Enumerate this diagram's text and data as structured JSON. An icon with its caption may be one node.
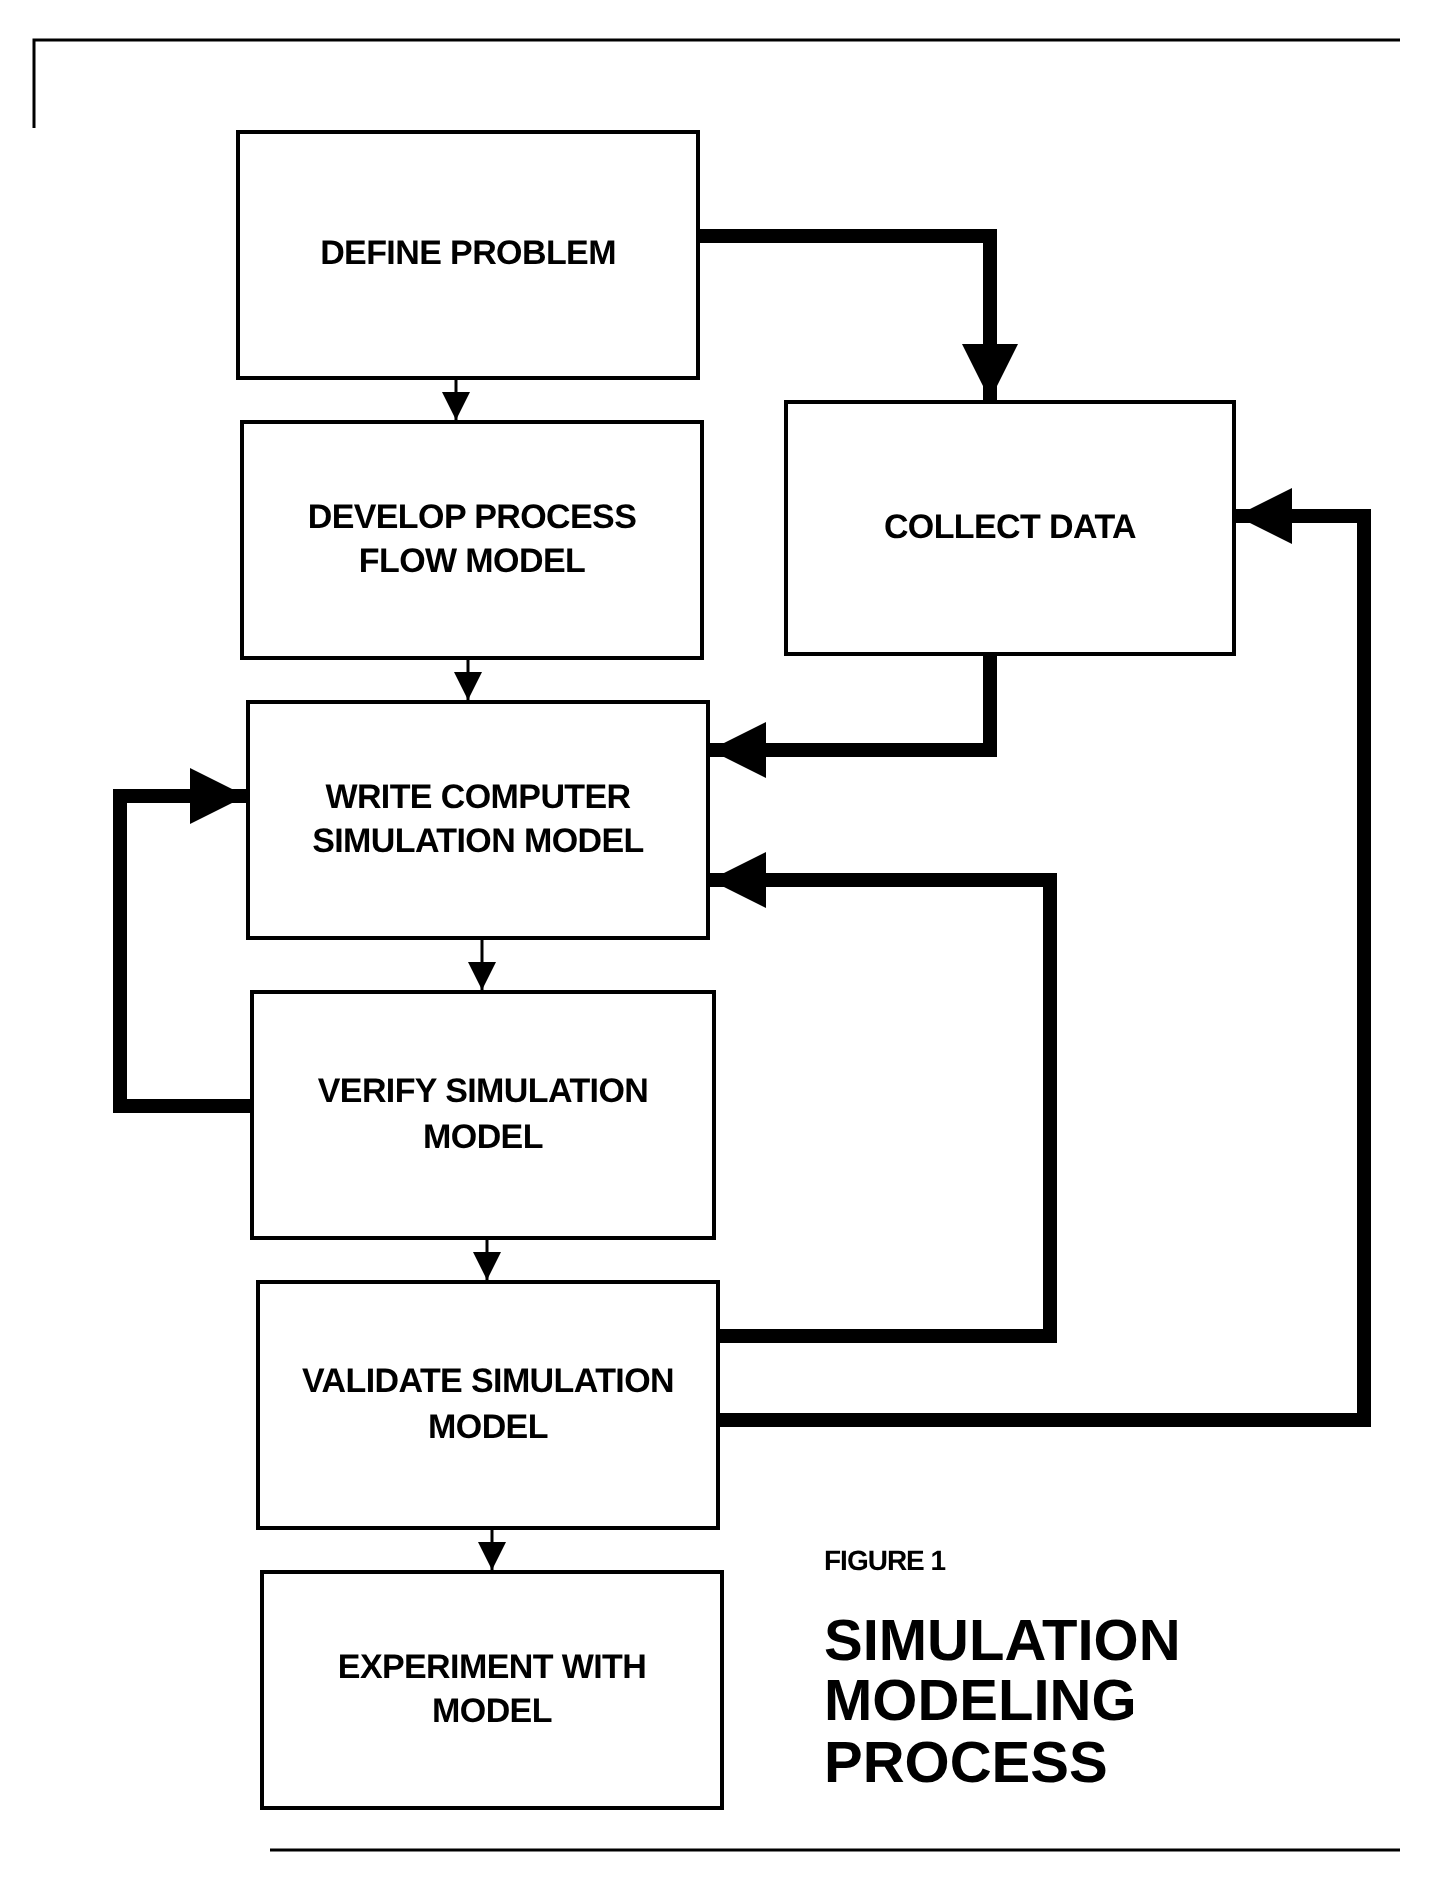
{
  "diagram": {
    "title": "SIMULATION MODELING PROCESS",
    "nodes": [
      {
        "text": [
          "DEFINE PROBLEM"
        ]
      },
      {
        "text": [
          "DEVELOP PROCESS FLOW MODEL"
        ]
      },
      {
        "text": [
          "COLLECT DATA"
        ]
      },
      {
        "text": [
          "WRITE COMPUTER SIMULATION MODEL"
        ]
      },
      {
        "text": [
          "VERIFY SIMULATION MODEL"
        ]
      },
      {
        "text": [
          "VALIDATE SIMULATION MODEL"
        ]
      },
      {
        "text": [
          "EXPERIMENT WITH MODEL"
        ]
      }
    ],
    "edges": [
      {
        "from": 0,
        "to": 1,
        "arrow": "to"
      },
      {
        "from": 0,
        "to": 2,
        "arrow": "to",
        "style": "thick"
      },
      {
        "from": 1,
        "to": 3,
        "arrow": "to"
      },
      {
        "from": 2,
        "to": 3,
        "arrow": "to",
        "style": "thick"
      },
      {
        "from": 3,
        "to": 4,
        "arrow": "to"
      },
      {
        "from": 4,
        "to": 3,
        "arrow": "to",
        "style": "thick"
      },
      {
        "from": 4,
        "to": 5,
        "arrow": "to"
      },
      {
        "from": 5,
        "to": 3,
        "arrow": "to",
        "style": "thick"
      },
      {
        "from": 5,
        "to": 2,
        "arrow": "to",
        "style": "thick"
      },
      {
        "from": 5,
        "to": 6,
        "arrow": "to"
      }
    ],
    "labels": [
      "FIGURE 1"
    ]
  }
}
